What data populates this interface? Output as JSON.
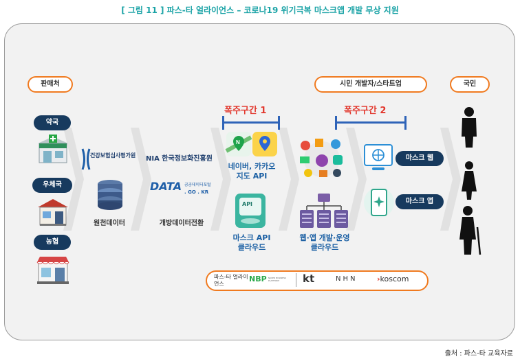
{
  "title": "[ 그림 11 ] 파스-타 얼라이언스 – 코로나19 위기극복 마스크앱 개발 무상 지원",
  "sections": {
    "sellers": "판매처",
    "developers": "시민 개발자/스타트업",
    "citizens": "국민"
  },
  "sellers": [
    "약국",
    "우체국",
    "농협"
  ],
  "hira": {
    "logo_text": "건강보험심사평가원",
    "db_label": "원천데이터"
  },
  "nia": {
    "logo_text": "NIA 한국정보화진흥원",
    "data_main": "DATA",
    "data_sub": "공공데이터포털",
    "data_domain": ". GO . KR",
    "label": "개방데이터전환"
  },
  "bottleneck1": {
    "label": "폭주구간 1",
    "map_label_1": "네이버, 카카오",
    "map_label_2": "지도 API",
    "api_badge": "API",
    "cloud_label_1": "마스크 API",
    "cloud_label_2": "클라우드"
  },
  "bottleneck2": {
    "label": "폭주구간 2",
    "cloud_label_1": "웹·앱 개발·운영",
    "cloud_label_2": "클라우드",
    "web_badge": "마스크 웹",
    "app_badge": "마스크 앱"
  },
  "partners": {
    "paasta": "파스-타 얼라이언스",
    "logos": [
      "NBP",
      "kt",
      "NHN",
      "koscom"
    ],
    "nbp_sub": "NAVER BUSINESS PLATFORM"
  },
  "source": "출처 : 파스-타 교육자료",
  "colors": {
    "accent_orange": "#f07a1f",
    "navy": "#173a5e",
    "blue": "#2e63b8",
    "red": "#e2362c",
    "title_teal": "#1aa3a6"
  }
}
